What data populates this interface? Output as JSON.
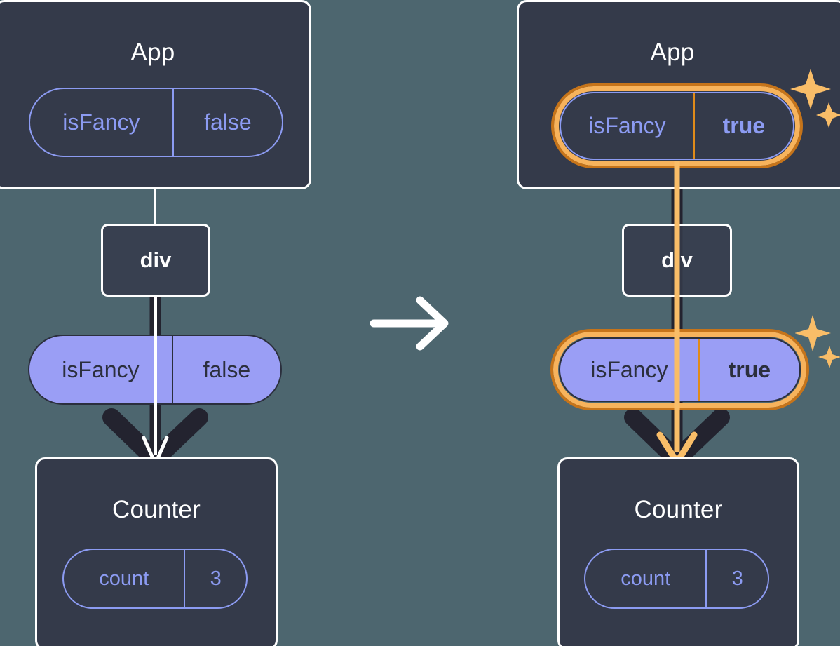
{
  "diagram": {
    "title": "React state update propagation diagram",
    "background_color": "#4d666f",
    "box_color": "#343a4a",
    "accent_orange": "#f7b35c",
    "accent_orange_dark": "#c6741a",
    "state_purple": "#9a9ef5",
    "line_dark": "#23232f",
    "line_white": "#ffffff",
    "transition_arrow_icon": "arrow-right-icon"
  },
  "panels": [
    {
      "id": "before",
      "app": {
        "title": "App",
        "state": {
          "key": "isFancy",
          "value": "false",
          "highlighted": false
        }
      },
      "div": {
        "label": "div"
      },
      "prop": {
        "key": "isFancy",
        "value": "false",
        "highlighted": false
      },
      "counter": {
        "title": "Counter",
        "state": {
          "key": "count",
          "value": "3",
          "highlighted": false
        }
      },
      "sparkles": false
    },
    {
      "id": "after",
      "app": {
        "title": "App",
        "state": {
          "key": "isFancy",
          "value": "true",
          "highlighted": true
        }
      },
      "div": {
        "label": "div"
      },
      "prop": {
        "key": "isFancy",
        "value": "true",
        "highlighted": true
      },
      "counter": {
        "title": "Counter",
        "state": {
          "key": "count",
          "value": "3",
          "highlighted": false
        }
      },
      "sparkles": true
    }
  ]
}
